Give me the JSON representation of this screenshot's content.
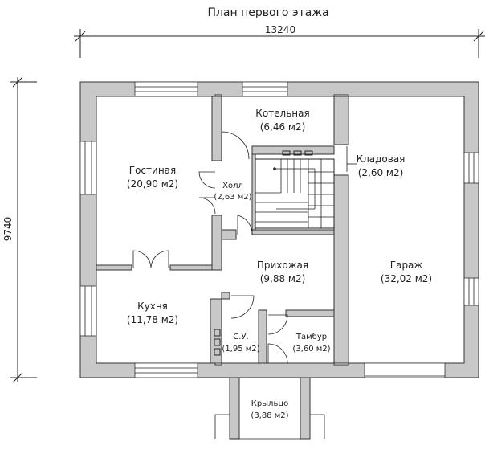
{
  "title": "План первого этажа",
  "dimensions": {
    "width": "13240",
    "height": "9740"
  },
  "rooms": {
    "boiler": {
      "name": "Котельная",
      "area": "(6,46 м2)"
    },
    "living": {
      "name": "Гостиная",
      "area": "(20,90 м2)"
    },
    "hall": {
      "name": "Холл",
      "area": "(2,63 м2)"
    },
    "storage": {
      "name": "Кладовая",
      "area": "(2,60 м2)"
    },
    "entrance": {
      "name": "Прихожая",
      "area": "(9,88 м2)"
    },
    "garage": {
      "name": "Гараж",
      "area": "(32,02 м2)"
    },
    "kitchen": {
      "name": "Кухня",
      "area": "(11,78 м2)"
    },
    "wc": {
      "name": "С.У.",
      "area": "(1,95 м2)"
    },
    "vestibule": {
      "name": "Тамбур",
      "area": "(3,60 м2)"
    },
    "porch": {
      "name": "Крыльцо",
      "area": "(3,88 м2)"
    }
  }
}
